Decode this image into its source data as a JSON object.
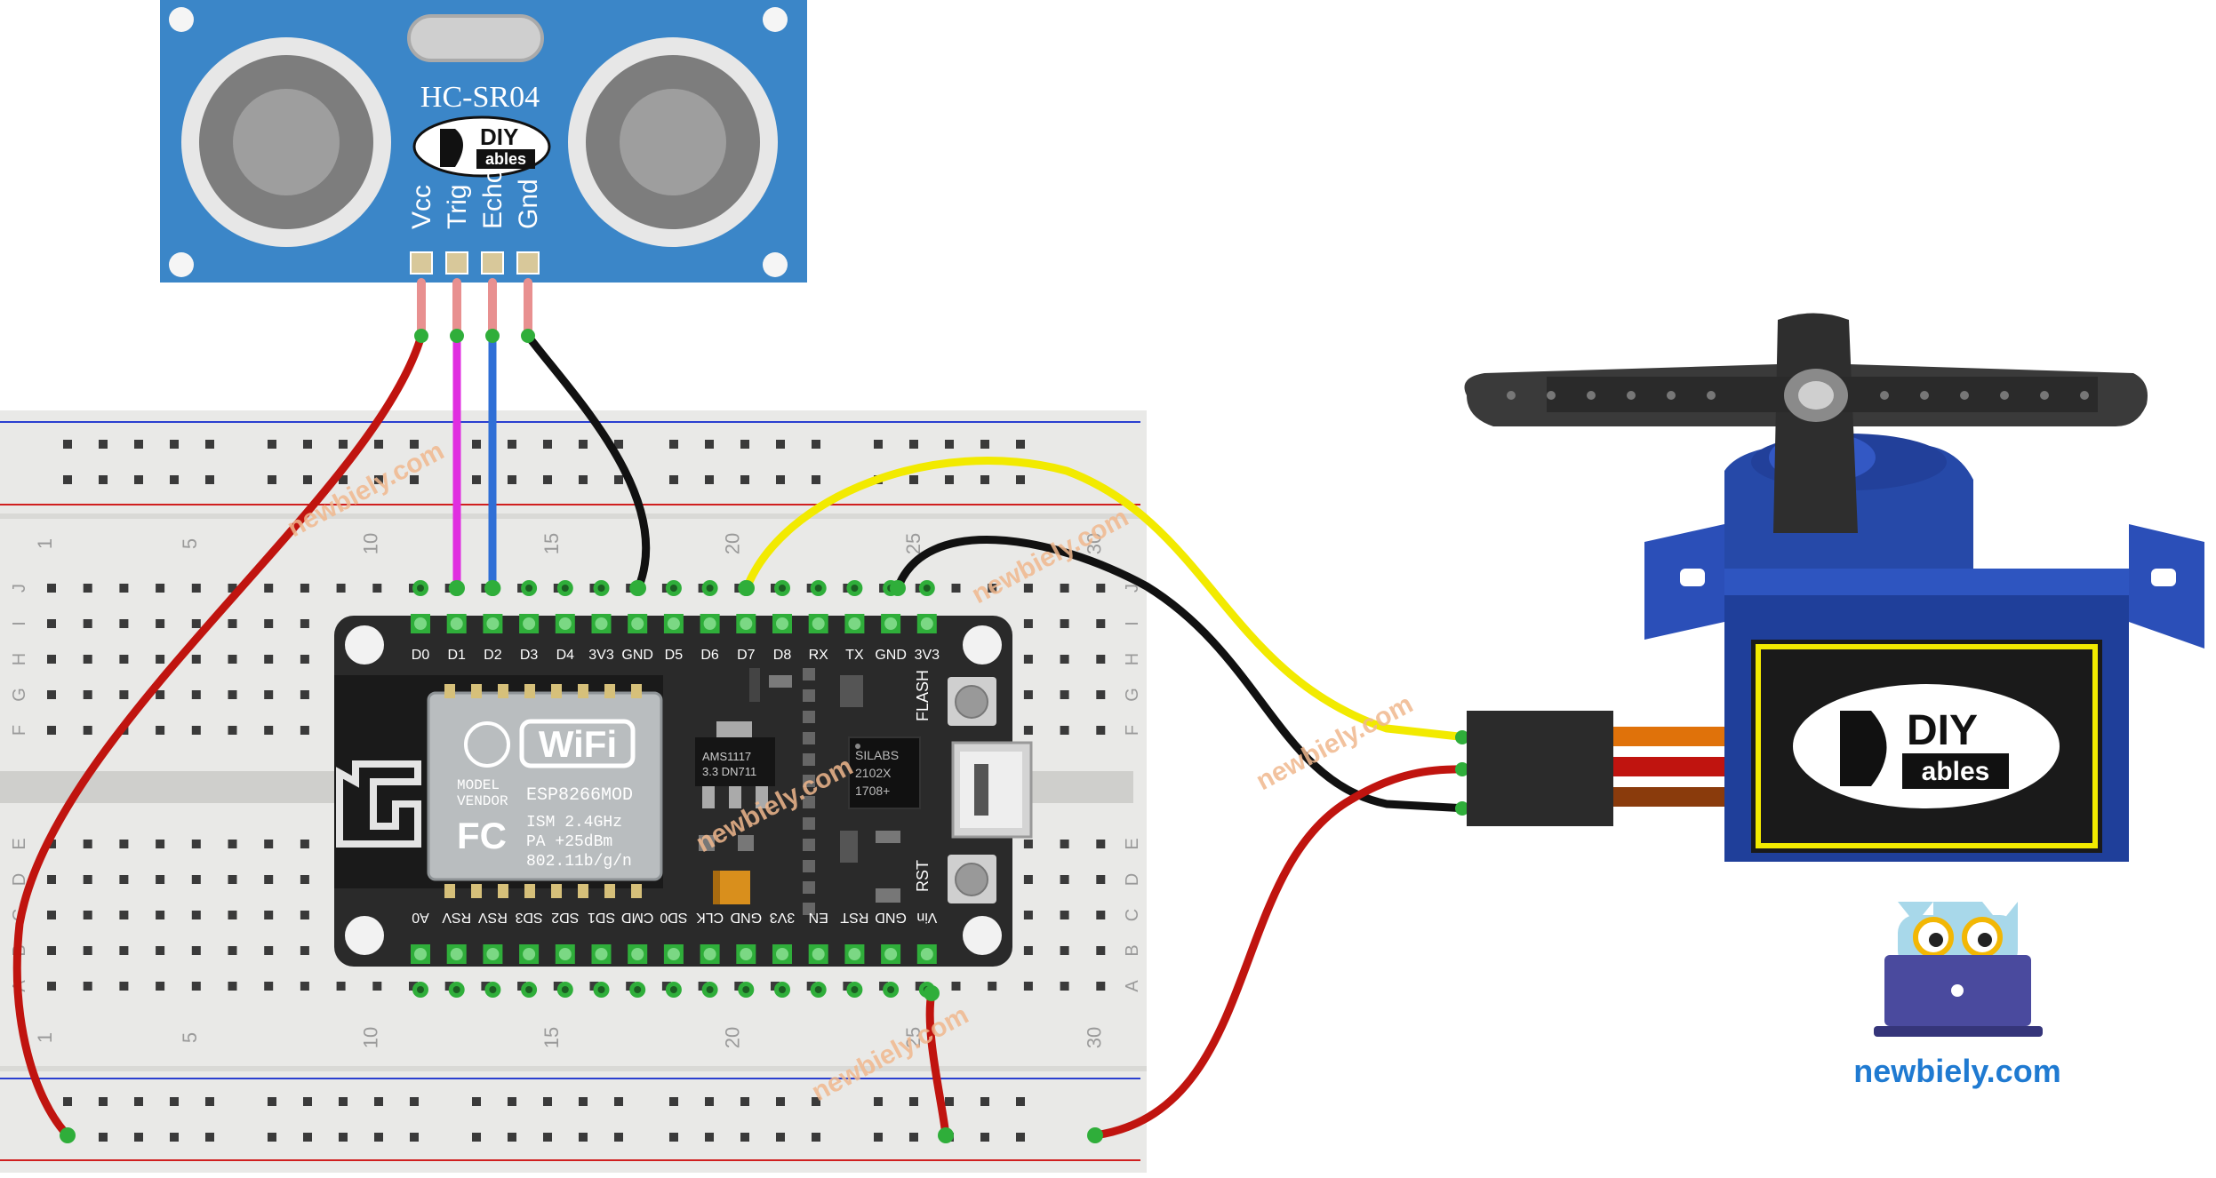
{
  "sensor": {
    "model": "HC-SR04",
    "logo_top": "DIY",
    "logo_bottom": "ables",
    "pins": [
      "Vcc",
      "Trig",
      "Echo",
      "Gnd"
    ]
  },
  "breadboard": {
    "row_labels": [
      "J",
      "I",
      "H",
      "G",
      "F",
      "E",
      "D",
      "C",
      "B",
      "A"
    ],
    "column_numbers": [
      "1",
      "5",
      "10",
      "15",
      "20",
      "25",
      "30"
    ]
  },
  "board": {
    "top_pins": [
      "D0",
      "D1",
      "D2",
      "D3",
      "D4",
      "3V3",
      "GND",
      "D5",
      "D6",
      "D7",
      "D8",
      "RX",
      "TX",
      "GND",
      "3V3"
    ],
    "bottom_pins": [
      "A0",
      "RSV",
      "RSV",
      "SD3",
      "SD2",
      "SD1",
      "CMD",
      "SD0",
      "CLK",
      "GND",
      "3V3",
      "EN",
      "RST",
      "GND",
      "Vin"
    ],
    "wifi_label": "WiFi",
    "module_lines": [
      "MODEL",
      "VENDOR"
    ],
    "module_name": "ESP8266MOD",
    "module_specs": [
      "ISM 2.4GHz",
      "PA  +25dBm",
      "802.11b/g/n"
    ],
    "fc_mark": "FC",
    "regulator": [
      "AMS1117",
      "3.3  DN711"
    ],
    "usb_chip": [
      "SILABS",
      "2102X",
      "1708+"
    ],
    "flash_label": "FLASH",
    "rst_label": "RST"
  },
  "servo": {
    "logo_top": "DIY",
    "logo_bottom": "ables"
  },
  "brand": {
    "site": "newbiely.com",
    "watermark": "newbiely.com"
  },
  "colors": {
    "sensor_board": "#3b86c8",
    "esp_board": "#2a2a2a",
    "servo_body": "#1f3f9a",
    "wire_red": "#c0140f",
    "wire_black": "#111111",
    "wire_blue": "#2f6fd6",
    "wire_magenta": "#e02ee0",
    "wire_yellow": "#f2ea00",
    "brand_blue": "#1f7ad1"
  }
}
